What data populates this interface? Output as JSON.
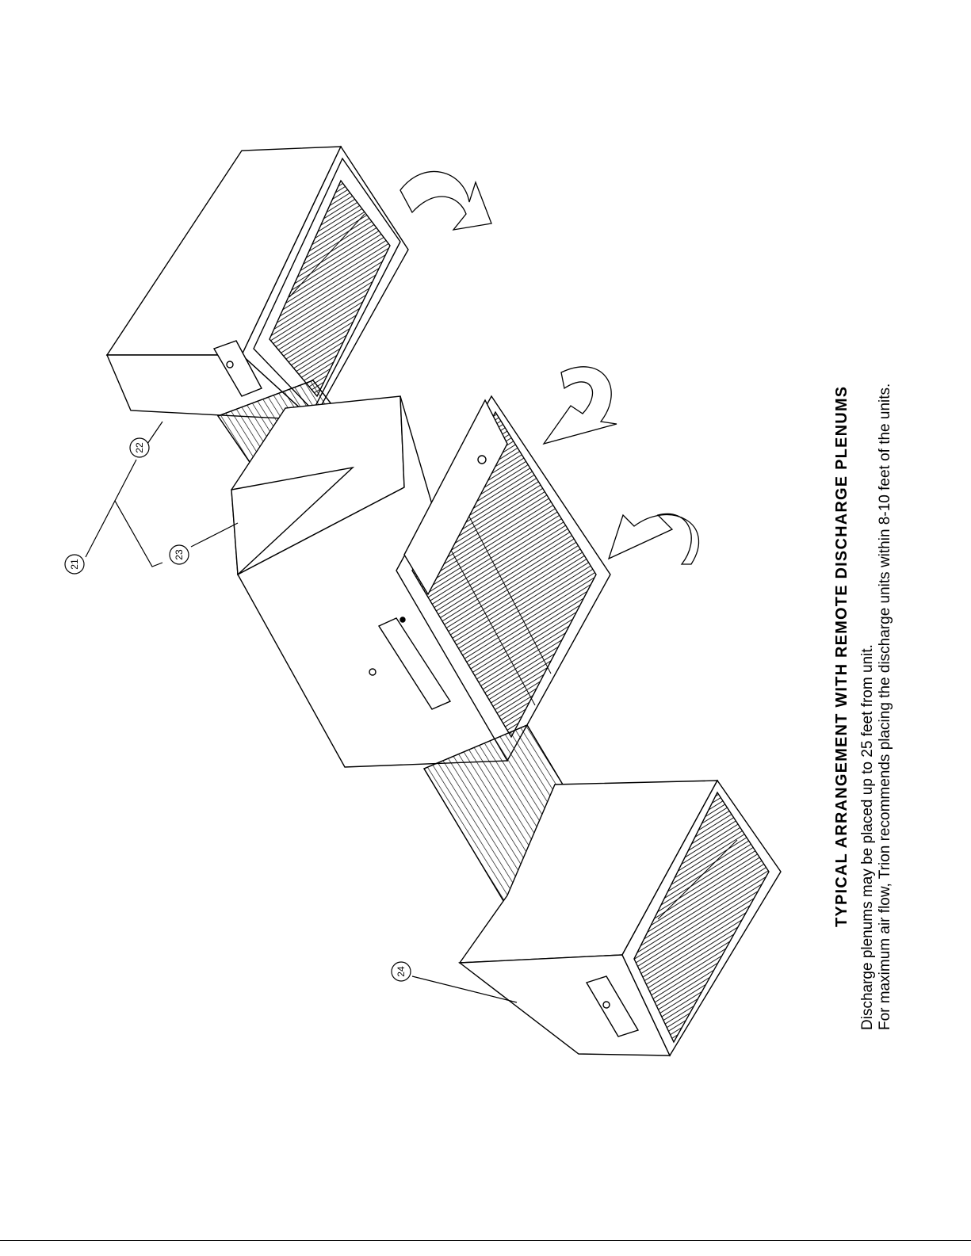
{
  "callouts": [
    {
      "id": "c21",
      "label": "21"
    },
    {
      "id": "c22",
      "label": "22"
    },
    {
      "id": "c23",
      "label": "23"
    },
    {
      "id": "c24",
      "label": "24"
    }
  ],
  "caption": {
    "title": "TYPICAL ARRANGEMENT WITH REMOTE DISCHARGE PLENUMS",
    "line1": "Discharge plenums may be placed up to 25 feet from unit.",
    "line2": "For maximum air flow, Trion recommends placing the discharge units within 8-10 feet of the units."
  }
}
